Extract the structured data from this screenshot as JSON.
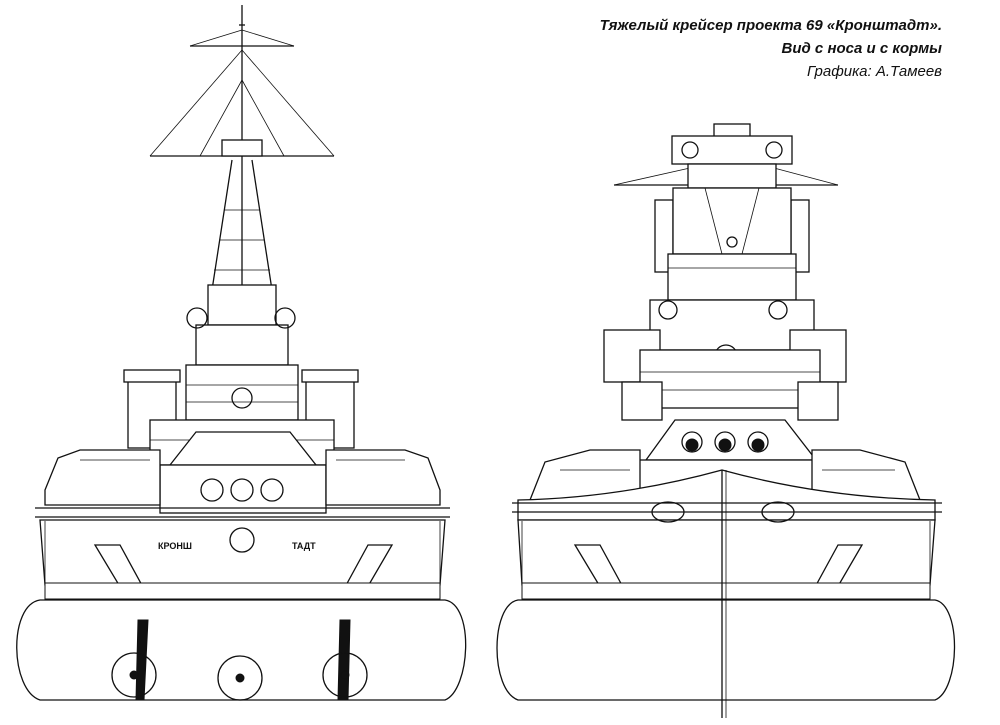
{
  "caption": {
    "title_line1": "Тяжелый крейсер проекта 69 «Кронштадт».",
    "title_line2": "Вид с носа и с кормы",
    "credit": "Графика: А.Тамеев"
  },
  "stern_view": {
    "nameplate_left": "КРОНШ",
    "nameplate_right": "ТАДТ"
  },
  "colors": {
    "ink": "#111111",
    "paper": "#ffffff"
  }
}
